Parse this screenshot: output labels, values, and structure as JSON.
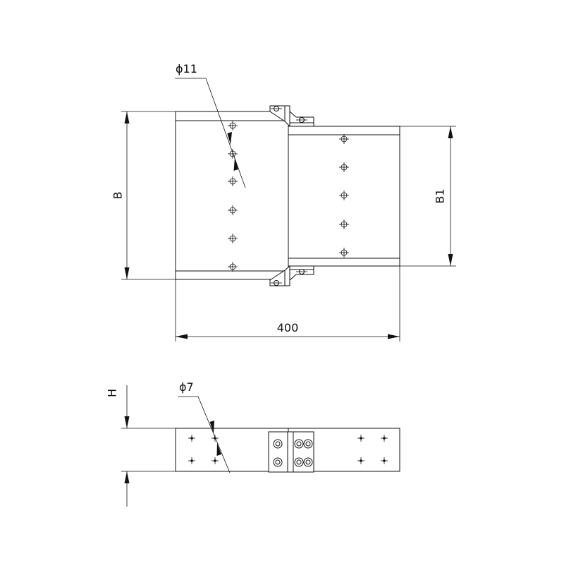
{
  "drawing": {
    "top_view": {
      "dim_hole": "ϕ11",
      "dim_width_left": "B",
      "dim_width_right": "B1",
      "dim_length": "400"
    },
    "side_view": {
      "dim_hole": "ϕ7",
      "dim_height": "H"
    }
  }
}
